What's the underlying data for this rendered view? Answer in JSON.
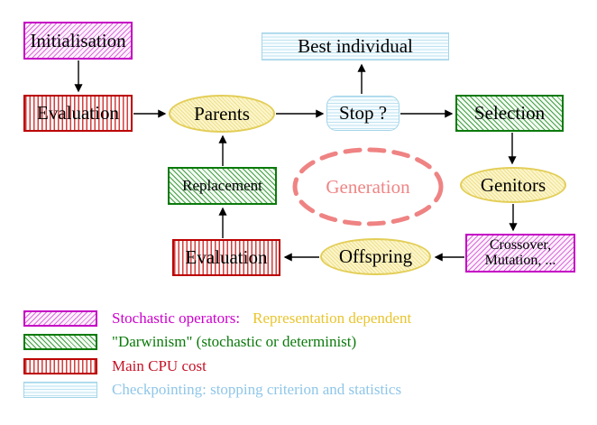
{
  "diagram": {
    "nodes": {
      "initialisation": "Initialisation",
      "evaluation_top": "Evaluation",
      "parents": "Parents",
      "best_individual": "Best individual",
      "stop": "Stop ?",
      "selection": "Selection",
      "replacement": "Replacement",
      "generation": "Generation",
      "genitors": "Genitors",
      "evaluation_bottom": "Evaluation",
      "offspring": "Offspring",
      "crossover_line1": "Crossover,",
      "crossover_line2": "Mutation, ..."
    },
    "edges": [
      {
        "from": "Initialisation",
        "to": "Evaluation"
      },
      {
        "from": "Evaluation",
        "to": "Parents"
      },
      {
        "from": "Parents",
        "to": "Stop ?"
      },
      {
        "from": "Stop ?",
        "to": "Best individual"
      },
      {
        "from": "Stop ?",
        "to": "Selection"
      },
      {
        "from": "Selection",
        "to": "Genitors"
      },
      {
        "from": "Genitors",
        "to": "Crossover, Mutation, ..."
      },
      {
        "from": "Crossover, Mutation, ...",
        "to": "Offspring"
      },
      {
        "from": "Offspring",
        "to": "Evaluation"
      },
      {
        "from": "Evaluation",
        "to": "Replacement"
      },
      {
        "from": "Replacement",
        "to": "Parents"
      }
    ],
    "colors": {
      "stochastic_magenta": "#c505c5",
      "darwinism_green": "#0b7a0b",
      "cpu_red": "#bc0000",
      "checkpoint_blue": "#a3d5e8",
      "yellow_node_border": "#e3ce58",
      "generation_salmon": "#ef8585",
      "representation_gold": "#e9c52e",
      "arrow_black": "#000000"
    }
  },
  "legend": {
    "items": [
      {
        "label": "Stochastic operators:",
        "color": "#cc00cc",
        "label2": "Representation dependent",
        "label2_color": "#e9c52e"
      },
      {
        "label": "\"Darwinism\" (stochastic or determinist)",
        "color": "#0b7a0b"
      },
      {
        "label": "Main CPU cost",
        "color": "#c41227"
      },
      {
        "label": "Checkpointing: stopping criterion and statistics",
        "color": "#8fc6e9"
      }
    ]
  }
}
